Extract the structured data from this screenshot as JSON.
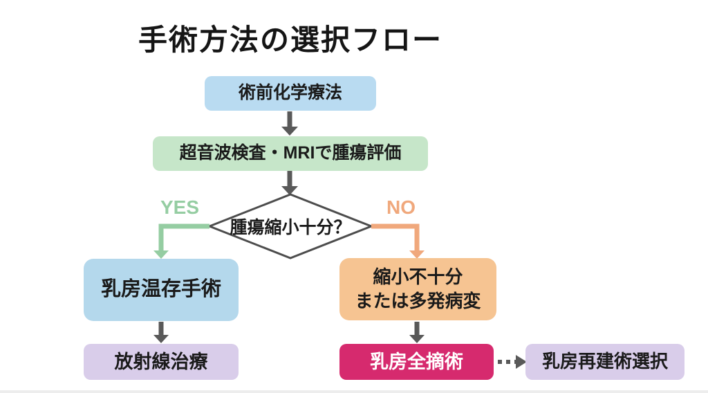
{
  "title": "手術方法の選択フロー",
  "flowchart": {
    "nodes": {
      "preop": {
        "label": "術前化学療法",
        "bg": "#b9dbf1",
        "fg": "#1a1a1a"
      },
      "eval": {
        "label": "超音波検査・MRIで腫瘍評価",
        "bg": "#c6e6c9",
        "fg": "#1a1a1a"
      },
      "decision": {
        "label": "腫瘍縮小十分？",
        "bg": "#ffffff",
        "fg": "#1a1a1a",
        "border": "#4d4d4d"
      },
      "conserve": {
        "label": "乳房温存手術",
        "bg": "#b4d8ec",
        "fg": "#1a1a1a"
      },
      "radiation": {
        "label": "放射線治療",
        "bg": "#d9cdea",
        "fg": "#1a1a1a"
      },
      "insufficient": {
        "label": "縮小不十分\nまたは多発病変",
        "bg": "#f6c492",
        "fg": "#1a1a1a"
      },
      "mastectomy": {
        "label": "乳房全摘術",
        "bg": "#d62a6e",
        "fg": "#ffffff"
      },
      "reconstruction": {
        "label": "乳房再建術選択",
        "bg": "#d9cdea",
        "fg": "#1a1a1a"
      }
    },
    "branch_labels": {
      "yes": {
        "label": "YES",
        "color": "#95cda2"
      },
      "no": {
        "label": "NO",
        "color": "#f0a87c"
      }
    },
    "arrow_color": "#595959",
    "yes_arrow_color": "#95cda2",
    "no_arrow_color": "#f0a87c"
  }
}
